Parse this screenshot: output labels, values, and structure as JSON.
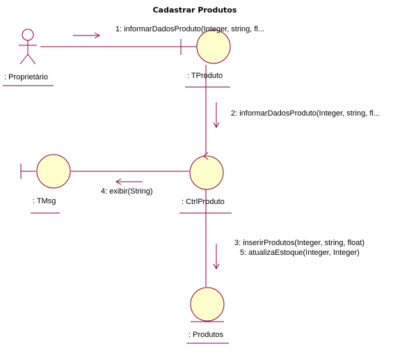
{
  "diagram": {
    "title": "Cadastrar Produtos",
    "colors": {
      "line": "#800040",
      "fill": "#ffffcc",
      "background": "#ffffff",
      "text": "#000000"
    },
    "objects": {
      "actor": {
        "label": ": Proprietário",
        "kind": "actor"
      },
      "tproduto": {
        "label": ": TProduto",
        "kind": "boundary"
      },
      "ctrlproduto": {
        "label": ": CtrlProduto",
        "kind": "control"
      },
      "tmsg": {
        "label": ": TMsg",
        "kind": "boundary"
      },
      "produtos": {
        "label": ": Produtos",
        "kind": "entity"
      }
    },
    "messages": {
      "m1": "1: informarDadosProduto(Integer, string, fl...",
      "m2": "2: informarDadosProduto(Integer, string, fl...",
      "m3": "3: inserirProdutos(Integer, string, float)",
      "m5": "5: atualizaEstoque(Integer, Integer)",
      "m4": "4: exibir(String)"
    }
  }
}
